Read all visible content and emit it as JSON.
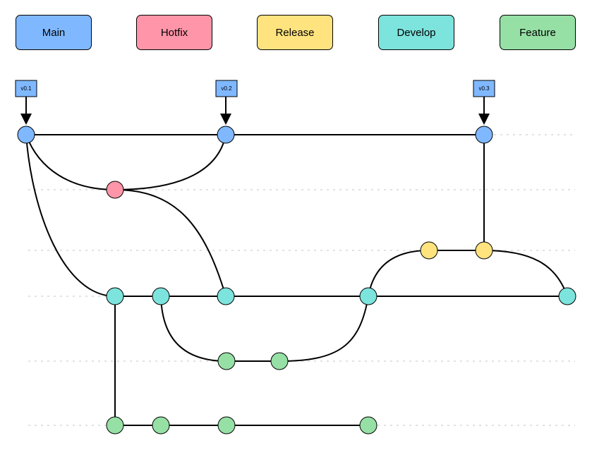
{
  "legend": [
    {
      "key": "main",
      "label": "Main",
      "color": "#7fb8ff"
    },
    {
      "key": "hotfix",
      "label": "Hotfix",
      "color": "#ff95a8"
    },
    {
      "key": "release",
      "label": "Release",
      "color": "#ffe37f"
    },
    {
      "key": "develop",
      "label": "Develop",
      "color": "#7de3dd"
    },
    {
      "key": "feature",
      "label": "Feature",
      "color": "#96e0a5"
    }
  ],
  "tags": [
    {
      "id": "t1",
      "label": "v0.1",
      "commit": "m1"
    },
    {
      "id": "t2",
      "label": "v0.2",
      "commit": "m2"
    },
    {
      "id": "t3",
      "label": "v0.3",
      "commit": "m3"
    }
  ],
  "branches": [
    {
      "name": "main",
      "commits": [
        "m1",
        "m2",
        "m3"
      ]
    },
    {
      "name": "hotfix",
      "commits": [
        "h1"
      ]
    },
    {
      "name": "release",
      "commits": [
        "r1",
        "r2"
      ]
    },
    {
      "name": "develop",
      "commits": [
        "d1",
        "d2",
        "d3",
        "d4",
        "d5"
      ]
    },
    {
      "name": "feature",
      "commits": [
        "f1",
        "f2",
        "fb1",
        "fb2",
        "fb3",
        "fb4"
      ]
    }
  ],
  "connections": [
    [
      "m1",
      "m2"
    ],
    [
      "m2",
      "m3"
    ],
    [
      "m1",
      "h1"
    ],
    [
      "h1",
      "m2"
    ],
    [
      "h1",
      "d3"
    ],
    [
      "m1",
      "d1"
    ],
    [
      "d1",
      "d2"
    ],
    [
      "d2",
      "d3"
    ],
    [
      "d3",
      "d4"
    ],
    [
      "d4",
      "d5"
    ],
    [
      "d2",
      "f1"
    ],
    [
      "f1",
      "f2"
    ],
    [
      "f2",
      "d4"
    ],
    [
      "d4",
      "r1"
    ],
    [
      "r1",
      "r2"
    ],
    [
      "r2",
      "m3"
    ],
    [
      "r2",
      "d5"
    ],
    [
      "d1",
      "fb1"
    ],
    [
      "fb1",
      "fb2"
    ],
    [
      "fb2",
      "fb3"
    ],
    [
      "fb3",
      "fb4"
    ]
  ]
}
